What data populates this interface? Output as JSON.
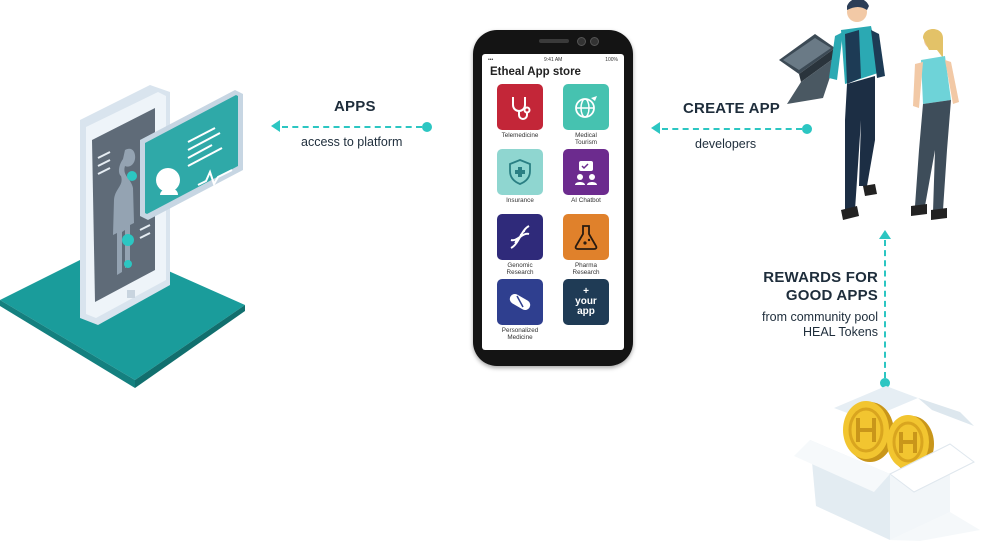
{
  "colors": {
    "accent": "#2cc6c2",
    "platform": "#1a9c9b",
    "coin": "#e8b91e",
    "telemedicine": "#c32638",
    "medical_tourism": "#46c2b0",
    "insurance": "#8fd6d0",
    "ai_chatbot": "#6c2b8e",
    "genomic": "#2f2a7a",
    "pharma": "#e0812b",
    "personalized": "#2f3f8f",
    "your_app": "#1f3b55"
  },
  "left_arrow": {
    "title": "APPS",
    "subtitle": "access to platform"
  },
  "right_arrow": {
    "title": "CREATE APP",
    "subtitle": "developers"
  },
  "rewards": {
    "title_line1": "REWARDS FOR",
    "title_line2": "GOOD APPS",
    "sub_line1": "from community pool",
    "sub_line2": "HEAL Tokens"
  },
  "phone": {
    "time": "9:41 AM",
    "battery": "100%",
    "store_title": "Etheal App store",
    "apps": [
      {
        "label": "Telemedicine",
        "icon": "stethoscope-icon"
      },
      {
        "label": "Medical Tourism",
        "icon": "globe-plane-icon"
      },
      {
        "label": "Insurance",
        "icon": "shield-cross-icon"
      },
      {
        "label": "AI Chatbot",
        "icon": "chatbot-icon"
      },
      {
        "label": "Genomic Research",
        "icon": "dna-icon"
      },
      {
        "label": "Pharma Research",
        "icon": "flask-icon"
      },
      {
        "label": "Personalized Medicine",
        "icon": "pill-icon"
      },
      {
        "label": "+ your app",
        "icon": "plus-icon"
      }
    ]
  }
}
